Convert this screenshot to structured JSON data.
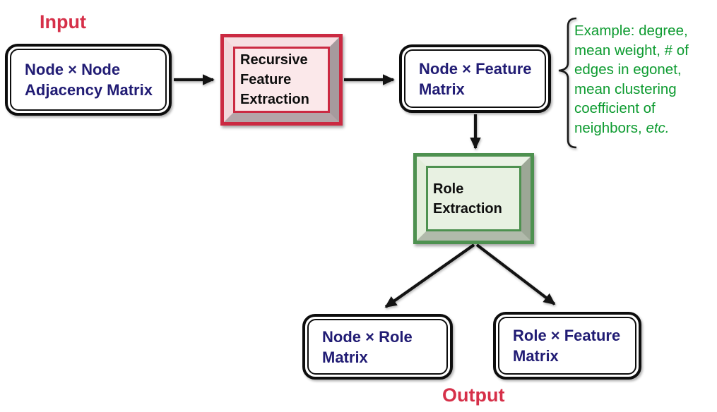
{
  "labels": {
    "input": "Input",
    "output": "Output"
  },
  "nodes": {
    "adjacency_matrix": {
      "text": "Node × Node\nAdjacency Matrix"
    },
    "recursive_feature_extraction": {
      "text": "Recursive\nFeature\nExtraction"
    },
    "node_feature_matrix": {
      "text": "Node × Feature\nMatrix"
    },
    "role_extraction": {
      "text": "Role\nExtraction"
    },
    "node_role_matrix": {
      "text": "Node × Role\nMatrix"
    },
    "role_feature_matrix": {
      "text": "Role × Feature\nMatrix"
    }
  },
  "annotation": {
    "text": "Example: degree,\nmean weight, # of\nedges in egonet,\nmean clustering\ncoefficient of\nneighbors, ",
    "etc_italic": "etc."
  },
  "colors": {
    "accent_red_text": "#d63049",
    "process_red_edge": "#cb2a42",
    "process_red_fill": "#fbe8ea",
    "process_green_edge": "#4e9150",
    "process_green_fill": "#e8f1e2",
    "annotation_green": "#0d9b30",
    "matrix_text_navy": "#211c74",
    "arrow_black": "#131313"
  }
}
